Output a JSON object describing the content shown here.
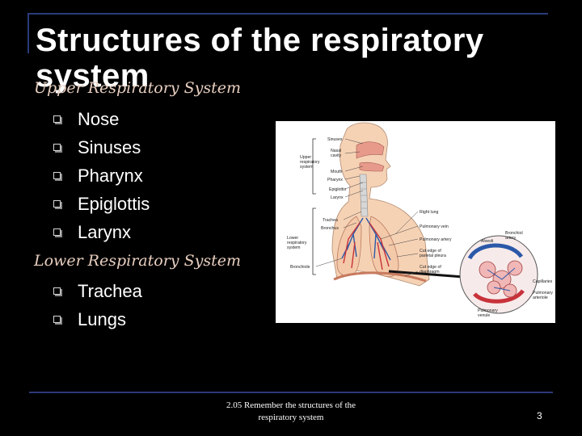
{
  "slide": {
    "title": "Structures of the respiratory system",
    "upper": {
      "label": "Upper Respiratory System",
      "items": [
        "Nose",
        "Sinuses",
        "Pharynx",
        "Epiglottis",
        "Larynx"
      ]
    },
    "lower": {
      "label": "Lower Respiratory System",
      "items": [
        "Trachea",
        "Lungs"
      ]
    },
    "footer": {
      "text_line1": "2.05 Remember the structures of the",
      "text_line2": "respiratory system",
      "page_number": "3"
    }
  },
  "figure": {
    "labels": {
      "sinuses": "Sinuses",
      "nasal_cavity_1": "Nasal",
      "nasal_cavity_2": "cavity",
      "upper_1": "Upper",
      "upper_2": "respiratory",
      "upper_3": "system",
      "mouth": "Mouth",
      "pharynx": "Pharynx",
      "epiglottis": "Epiglottis",
      "larynx": "Larynx",
      "trachea": "Trachea",
      "bronchus": "Bronchus",
      "right_lung": "Right lung",
      "pulmonary_vein": "Pulmonary vein",
      "pulmonary_artery": "Pulmonary artery",
      "lower_1": "Lower",
      "lower_2": "respiratory",
      "lower_3": "system",
      "bronchiole": "Bronchiole",
      "pleura_1": "Cut edge of",
      "pleura_2": "parietal pleura",
      "diaphragm_1": "Cut edge of",
      "diaphragm_2": "diaphragm",
      "alveoli": "Alveoli",
      "terminal_1": "Bronchiol",
      "terminal_2": "artery",
      "capillaries": "Capillaries",
      "pulm_art_1": "Pulmonary",
      "pulm_art_2": "arteriole",
      "venule_1": "Pulmonary",
      "venule_2": "venule"
    },
    "colors": {
      "skin": "#f6d2b5",
      "lung": "#f3c9a9",
      "artery": "#2b58a8",
      "vein": "#c8323a",
      "airway": "#d7d7d7",
      "line": "#444444"
    }
  }
}
